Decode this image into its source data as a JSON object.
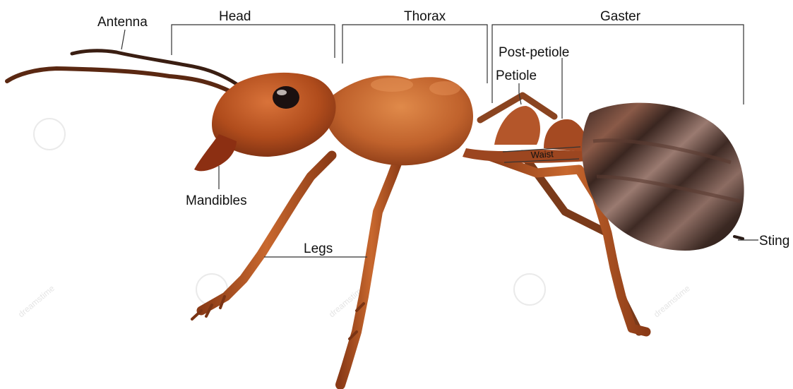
{
  "labels": {
    "antenna": "Antenna",
    "head": "Head",
    "thorax": "Thorax",
    "gaster": "Gaster",
    "post_petiole": "Post-petiole",
    "petiole": "Petiole",
    "waist": "Waist",
    "mandibles": "Mandibles",
    "legs": "Legs",
    "sting": "Sting"
  },
  "watermark": {
    "text": "dreamstime"
  },
  "colors": {
    "body_light": "#c8622c",
    "body_mid": "#a9471c",
    "body_dark": "#7a2f12",
    "gaster_dark": "#3c2a24",
    "gaster_band": "#8a6a5e",
    "eye": "#1a1010"
  }
}
